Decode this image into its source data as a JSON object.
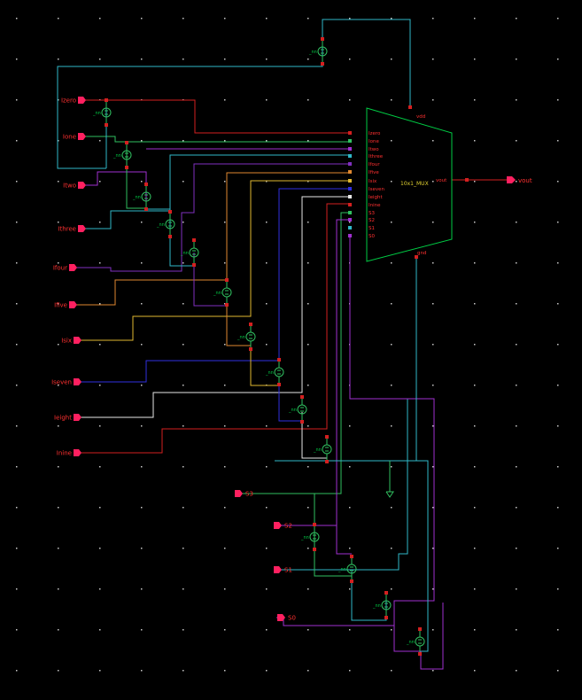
{
  "colors": {
    "background": "#000000",
    "grid": "#c8c8c8",
    "pin": "#ff2060",
    "label": "#ff3030",
    "instance": "#00cc44",
    "net_red": "#d42020",
    "net_green": "#30c060",
    "net_cyan": "#30b8c8",
    "net_blue": "#3030e0",
    "net_purple": "#a030d0",
    "net_orange": "#e08830",
    "net_yellow": "#e0b830",
    "net_white": "#e8e8e8",
    "net_violet": "#8030c0"
  },
  "mux": {
    "name": "10x1_MUX",
    "vdd": "vdd",
    "gnd": "gnd",
    "output": "vout",
    "inputs": [
      "Izero",
      "Ione",
      "Itwo",
      "Ithree",
      "Ifour",
      "Ifive",
      "Isix",
      "Iseven",
      "Ieight",
      "Inine",
      "S3",
      "S2",
      "S1",
      "S0"
    ]
  },
  "input_pins": [
    "Izero",
    "Ione",
    "Itwo",
    "Ithree",
    "Ifour",
    "Ifive",
    "Isix",
    "Iseven",
    "Ieight",
    "Inine"
  ],
  "select_pins": [
    "S3",
    "S2",
    "S1",
    "S0"
  ],
  "output_pin": "vout",
  "source_label": "_nn"
}
